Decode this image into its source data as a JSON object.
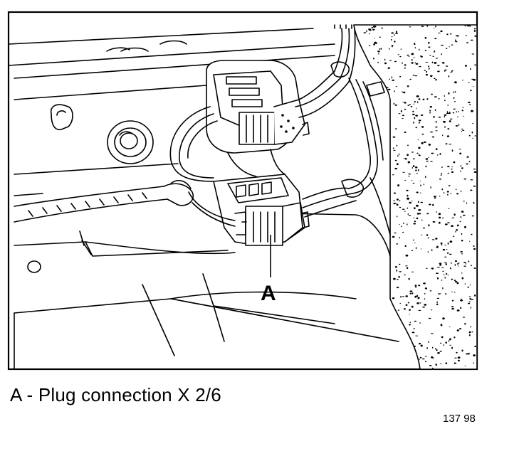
{
  "illustration": {
    "callout_label": "A"
  },
  "caption": {
    "text": "A - Plug connection X 2/6"
  },
  "figure_number": "137 98",
  "colors": {
    "ink": "#000000",
    "paper": "#ffffff"
  }
}
